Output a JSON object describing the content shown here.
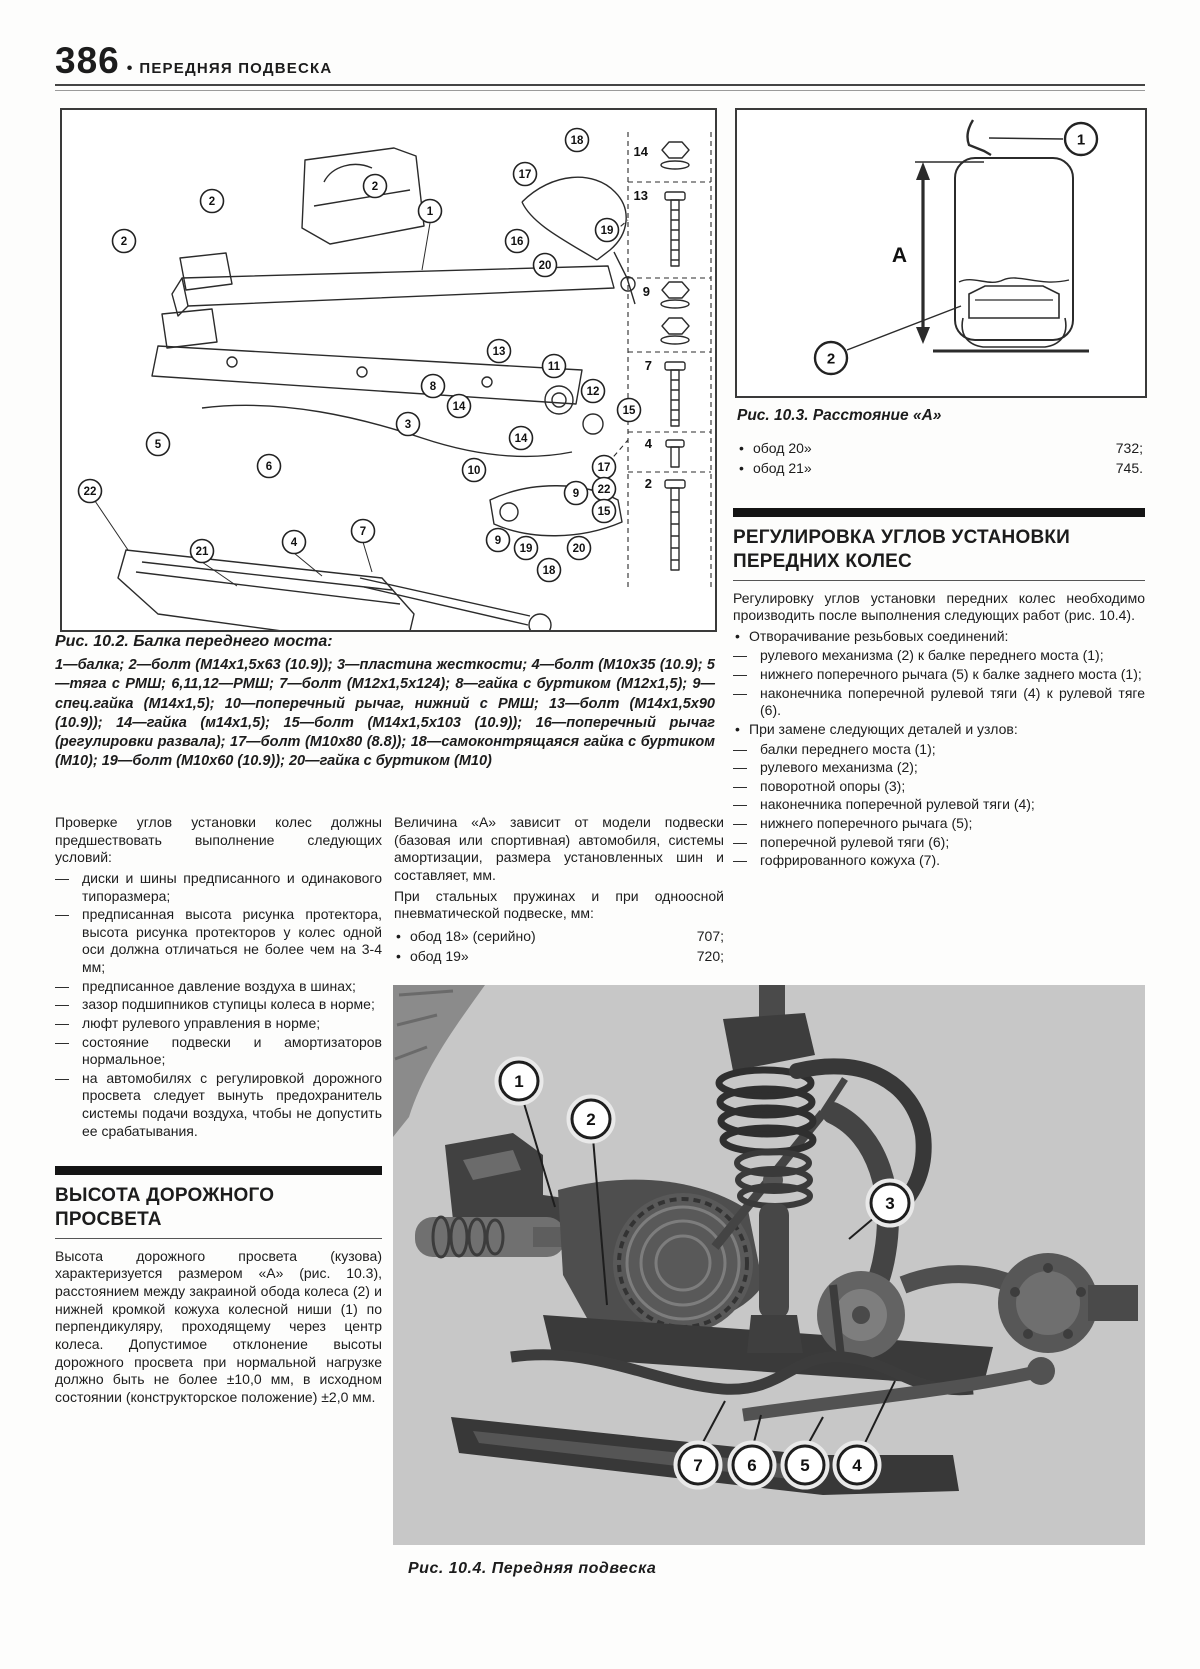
{
  "page": {
    "number": "386",
    "separator": "•",
    "title": "ПЕРЕДНЯЯ ПОДВЕСКА"
  },
  "fig2": {
    "caption_title": "Рис. 10.2. Балка переднего моста:",
    "caption_body": "1—балка; 2—болт (М14х1,5х63 (10.9)); 3—пластина жесткости; 4—болт (М10х35 (10.9); 5—тяга с РМШ; 6,11,12—РМШ; 7—болт (М12х1,5х124); 8—гайка с буртиком (М12х1,5); 9—спец.гайка (М14х1,5); 10—поперечный рычаг, нижний с РМШ; 13—болт (М14х1,5х90 (10.9)); 14—гайка (м14х1,5); 15—болт (М14х1,5х103 (10.9)); 16—поперечный рычаг (регулировки развала); 17—болт (М10х80 (8.8)); 18—самоконтрящаяся гайка с буртиком (М10); 19—болт (М10х60 (10.9)); 20—гайка с буртиком (М10)",
    "hardware": [
      "14",
      "13",
      "9",
      "7",
      "4",
      "2"
    ],
    "callouts": [
      "18",
      "17",
      "2",
      "1",
      "2",
      "19",
      "16",
      "20",
      "2",
      "13",
      "11",
      "12",
      "15",
      "8",
      "14",
      "14",
      "10",
      "3",
      "6",
      "9",
      "17",
      "22",
      "15",
      "9",
      "4",
      "7",
      "19",
      "20",
      "18",
      "21",
      "22",
      "5"
    ]
  },
  "fig3": {
    "caption": "Рис. 10.3. Расстояние «А»",
    "dim_label": "А",
    "callouts": [
      "1",
      "2"
    ],
    "rows": [
      {
        "label": "обод 20»",
        "value": "732;"
      },
      {
        "label": "обод 21»",
        "value": "745."
      }
    ]
  },
  "left": {
    "intro": "Проверке углов установки колес должны предшествовать выполнение следующих условий:",
    "items": [
      "диски и шины предписанного и одинакового типоразмера;",
      "предписанная высота рисунка протектора, высота рисунка протекторов у колес одной оси должна отличаться не более чем на 3-4 мм;",
      "предписанное давление воздуха в шинах;",
      "зазор подшипников ступицы колеса в норме;",
      "люфт рулевого управления в норме;",
      "состояние подвески и амортизаторов нормальное;",
      "на автомобилях с регулировкой дорожного просвета следует вынуть предохранитель системы подачи воздуха, чтобы не допустить ее срабатывания."
    ]
  },
  "height_section": {
    "heading": "ВЫСОТА ДОРОЖНОГО ПРОСВЕТА",
    "body": "Высота дорожного просвета (кузова) характеризуется размером «А» (рис. 10.3), расстоянием между закраиной обода колеса (2) и нижней кромкой кожуха колесной ниши (1) по перпендикуляру, проходящему через центр колеса. Допустимое отклонение высоты дорожного просвета при нормальной нагрузке должно быть не более ±10,0 мм, в исходном состоянии (конструкторское положение) ±2,0 мм."
  },
  "mid": {
    "para1": "Величина «А» зависит от модели подвески (базовая или спортивная) автомобиля, системы амортизации, размера установленных шин и составляет, мм.",
    "para2": "При стальных пружинах и при одноосной пневматической подвеске, мм:",
    "rows": [
      {
        "label": "обод 18» (серийно)",
        "value": "707;"
      },
      {
        "label": "обод 19»",
        "value": "720;"
      }
    ]
  },
  "adjust": {
    "heading": "РЕГУЛИРОВКА УГЛОВ УСТАНОВКИ ПЕРЕДНИХ КОЛЕС",
    "intro": "Регулировку углов установки передних колес необходимо производить после выполнения следующих работ (рис. 10.4).",
    "group1_title": "Отворачивание резьбовых соединений:",
    "group1": [
      "рулевого механизма (2) к балке переднего моста (1);",
      "нижнего поперечного рычага (5) к балке заднего моста (1);",
      "наконечника поперечной рулевой тяги (4) к рулевой тяге (6)."
    ],
    "group2_title": "При замене следующих деталей и узлов:",
    "group2": [
      "балки переднего моста (1);",
      "рулевого механизма (2);",
      "поворотной опоры (3);",
      "наконечника поперечной рулевой тяги (4);",
      "нижнего поперечного рычага (5);",
      "поперечной рулевой тяги (6);",
      "гофрированного кожуха (7)."
    ]
  },
  "fig4": {
    "caption": "Рис. 10.4. Передняя подвеска",
    "callouts": [
      "1",
      "2",
      "3",
      "7",
      "6",
      "5",
      "4"
    ]
  }
}
